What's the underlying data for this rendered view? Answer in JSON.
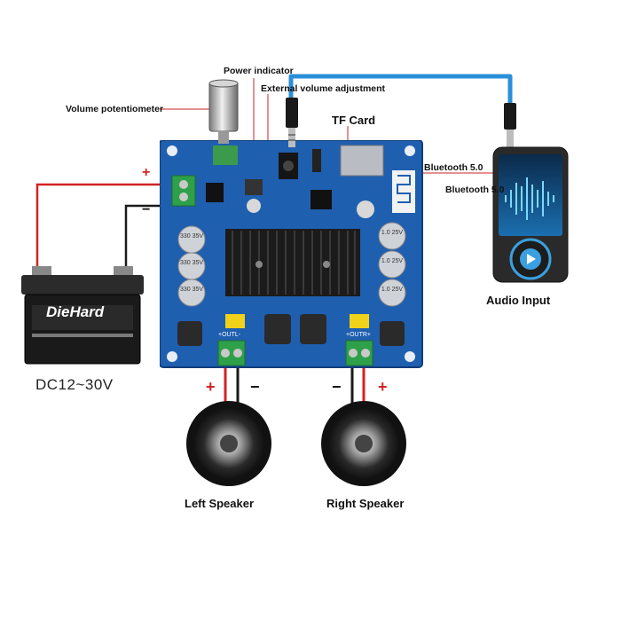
{
  "labels": {
    "volume_potentiometer": "Volume potentiometer",
    "power_indicator": "Power indicator",
    "external_volume_adjustment": "External volume adjustment",
    "tf_card": "TF Card",
    "bluetooth_board": "Bluetooth 5.0",
    "bluetooth_phone": "Bluetooth 5.0",
    "audio_input": "Audio Input",
    "dc_voltage": "DC12~30V",
    "left_speaker": "Left Speaker",
    "right_speaker": "Right Speaker"
  },
  "battery": {
    "brand": "DieHard"
  },
  "polarity": {
    "battery_positive": "+",
    "battery_negative": "−",
    "left_positive": "+",
    "left_negative": "−",
    "right_negative": "−",
    "right_positive": "+"
  },
  "board": {
    "cap_left_1": "330 35V",
    "cap_left_2": "330 35V",
    "cap_left_3": "330 35V",
    "cap_right_1": "1.0 25V",
    "cap_right_2": "1.0 25V",
    "cap_right_3": "1.0 25V",
    "out_left": "+OUTL-",
    "out_right": "+OUTR+"
  },
  "colors": {
    "pcb": "#1f5fb0",
    "wire_red": "#d42222",
    "wire_black": "#1a1a1a",
    "audio_cable": "#2a8fd8",
    "terminal_green": "#2fa04a"
  }
}
